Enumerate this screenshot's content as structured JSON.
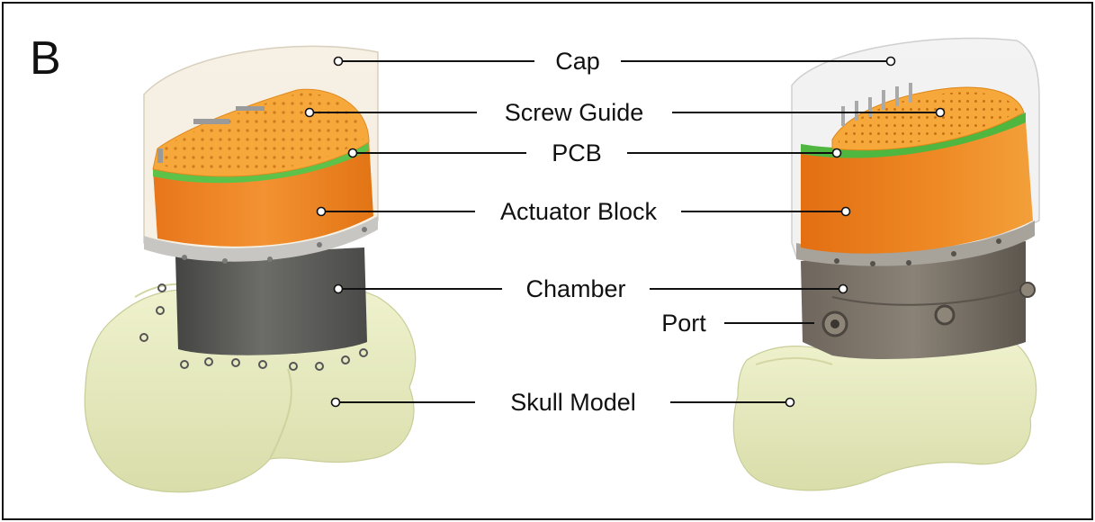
{
  "figure": {
    "panel_letter": "B",
    "labels": {
      "cap": "Cap",
      "screw_guide": "Screw Guide",
      "pcb": "PCB",
      "actuator_block": "Actuator Block",
      "chamber": "Chamber",
      "port": "Port",
      "skull_model": "Skull Model"
    },
    "colors": {
      "skull": "#e8ecc0",
      "actuator": "#f08a24",
      "screw_guide": "#f6a83a",
      "pcb": "#5cc24a",
      "chamber": "#5e5e5c",
      "cap": "#f2f0ea",
      "frame": "#111111"
    }
  }
}
